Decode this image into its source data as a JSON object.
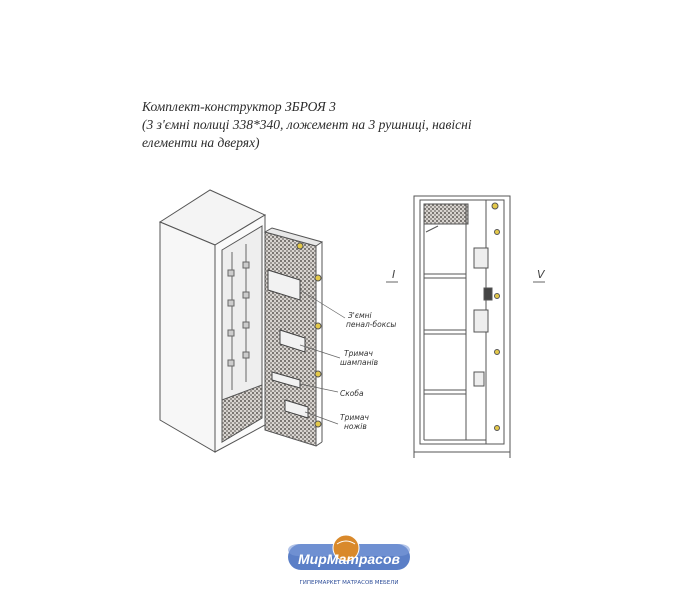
{
  "caption": {
    "line1": "Комплект-конструктор ЗБРОЯ 3",
    "line2": "(3 з'ємні полиці 338*340, ложемент на 3 рушниці, навісні",
    "line3": "елементи на дверях)"
  },
  "callouts": [
    {
      "line1": "З'ємні",
      "line2": "пенал-боксы"
    },
    {
      "line1": "Тримач",
      "line2": "шампанів"
    },
    {
      "line1": "Скоба",
      "line2": ""
    },
    {
      "line1": "Тримач",
      "line2": "ножів"
    }
  ],
  "section_marks": {
    "left": "I",
    "right": "V"
  },
  "logo": {
    "name": "МирМатрасов",
    "tagline": "ГИПЕРМАРКЕТ МАТРАСОВ МЕБЕЛИ",
    "colors": {
      "badge": "#5b7fc7",
      "badge_dark": "#2f4f9a",
      "globe": "#d9892b",
      "text": "#ffffff"
    }
  },
  "colors": {
    "line": "#555555",
    "mesh": "#8a8a8a",
    "door_fill": "#b9b3ad",
    "accent": "#e3c84a"
  }
}
